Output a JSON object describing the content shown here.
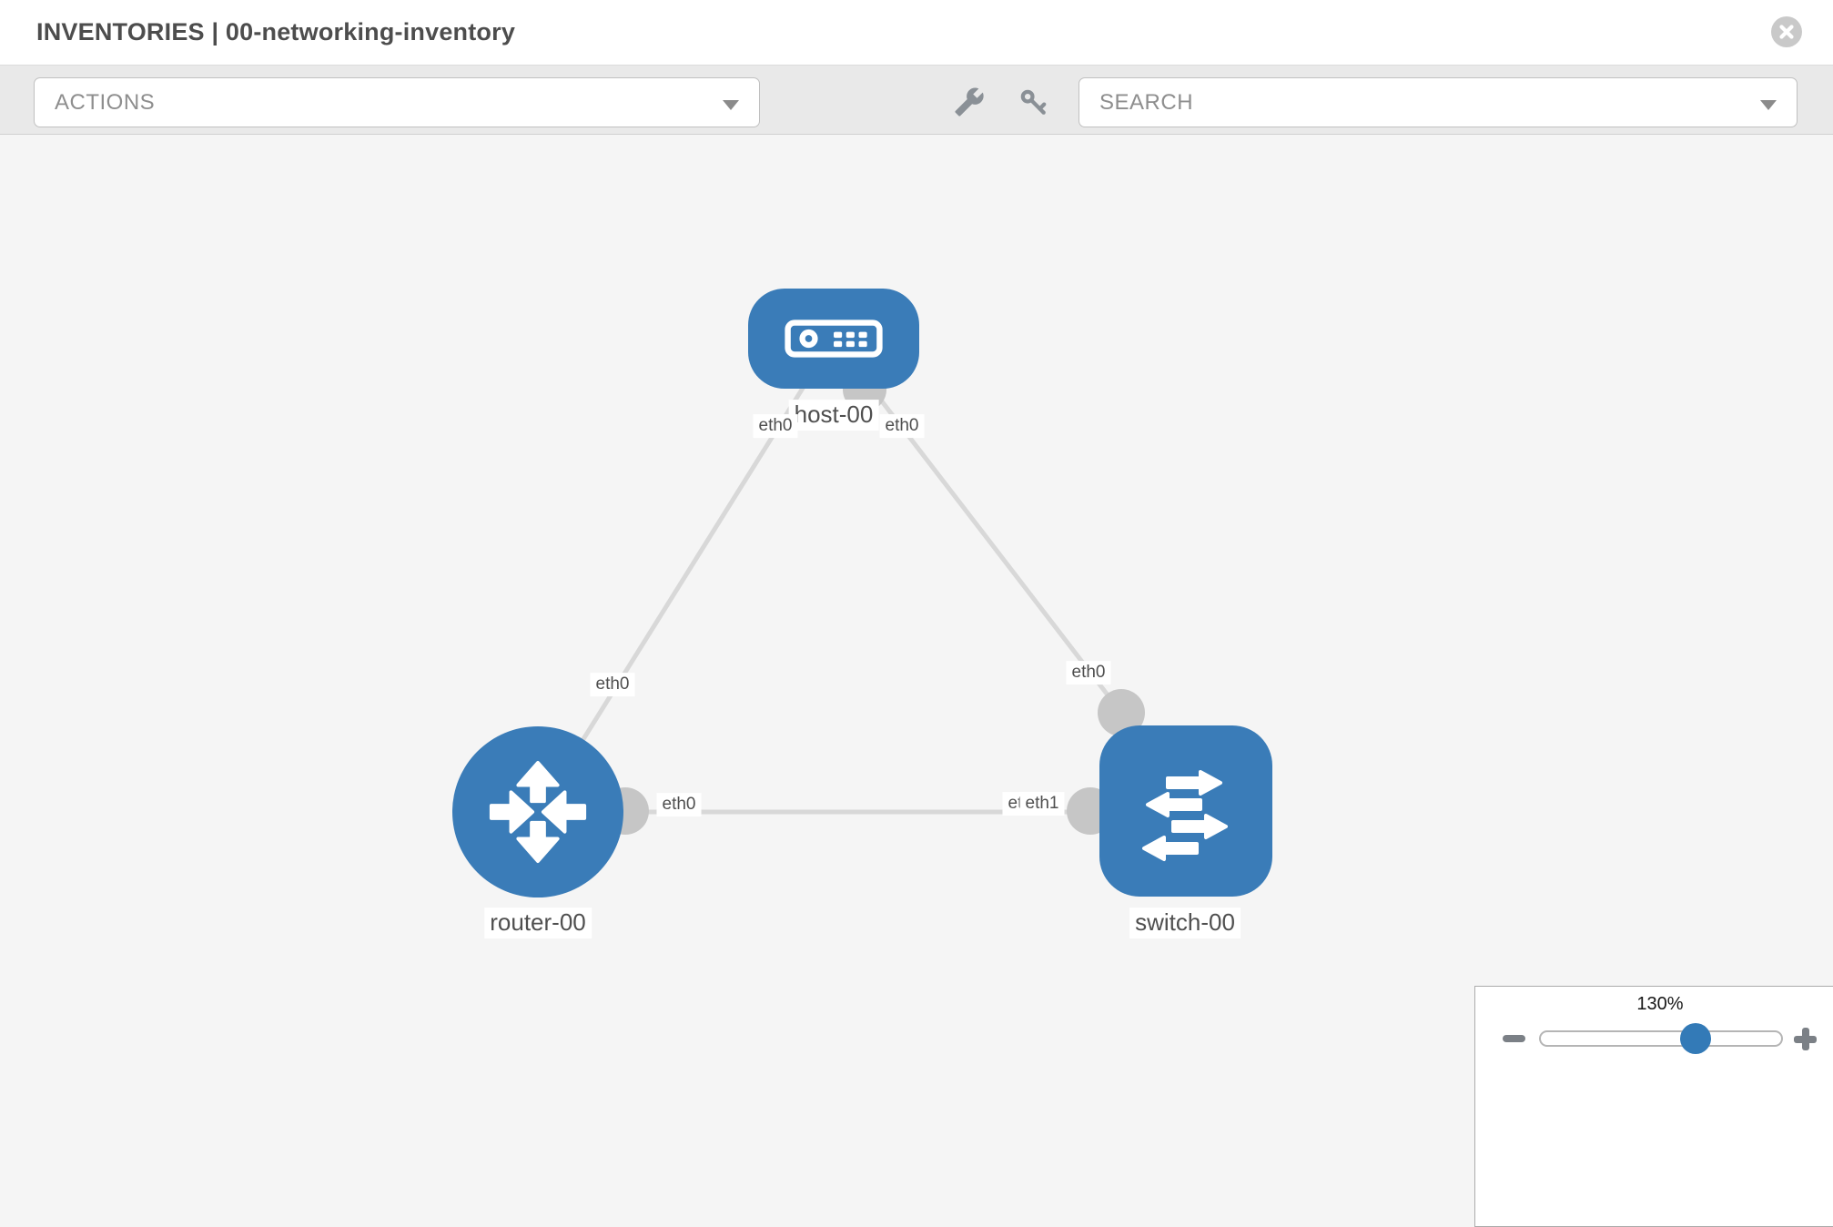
{
  "header": {
    "title": "INVENTORIES | 00-networking-inventory"
  },
  "toolbar": {
    "actions_label": "ACTIONS",
    "search_label": "SEARCH"
  },
  "diagram": {
    "nodes": [
      {
        "id": "host-00",
        "label": "host-00",
        "type": "host"
      },
      {
        "id": "router-00",
        "label": "router-00",
        "type": "router"
      },
      {
        "id": "switch-00",
        "label": "switch-00",
        "type": "switch"
      }
    ],
    "node_labels": {
      "host": "host-00",
      "router": "router-00",
      "switch": "switch-00"
    },
    "links": [
      {
        "from": "host-00",
        "to": "router-00",
        "from_if": "eth0",
        "to_if": "eth0"
      },
      {
        "from": "host-00",
        "to": "switch-00",
        "from_if": "eth0",
        "to_if": "eth0"
      },
      {
        "from": "router-00",
        "to": "switch-00",
        "from_if": "eth0",
        "to_if": "eth1"
      }
    ],
    "iface": {
      "host_left": "eth0",
      "host_right": "eth0",
      "router_link_mid": "eth0",
      "switch_link_mid": "eth0",
      "bottom_left": "eth0",
      "bottom_right_under": "eth0",
      "bottom_right_over": "eth1"
    }
  },
  "zoom_control": {
    "level": "130%"
  },
  "colors": {
    "node_blue": "#3a7cb8",
    "link_gray": "#d8d8d8",
    "port_gray": "#c6c6c6",
    "canvas_bg": "#f5f5f5",
    "toolbar_bg": "#e9e9e9",
    "slider_thumb": "#337ab7"
  }
}
